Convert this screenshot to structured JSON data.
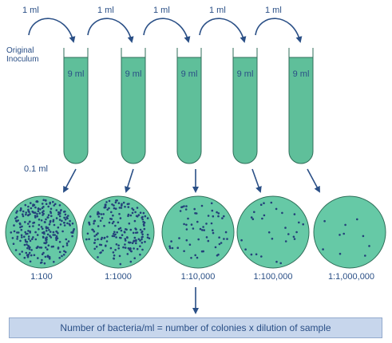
{
  "transfer_labels": [
    "1 ml",
    "1 ml",
    "1 ml",
    "1 ml",
    "1 ml"
  ],
  "source_label": "Original Inoculum",
  "plating_volume": "0.1 ml",
  "tubes": [
    {
      "volume": "9 ml"
    },
    {
      "volume": "9 ml"
    },
    {
      "volume": "9 ml"
    },
    {
      "volume": "9 ml"
    },
    {
      "volume": "9 ml"
    }
  ],
  "plates": [
    {
      "dilution": "1:100",
      "colony_count": 260
    },
    {
      "dilution": "1:1000",
      "colony_count": 190
    },
    {
      "dilution": "1:10,000",
      "colony_count": 60
    },
    {
      "dilution": "1:100,000",
      "colony_count": 28
    },
    {
      "dilution": "1:1,000,000",
      "colony_count": 10
    }
  ],
  "formula": "Number of bacteria/ml = number of colonies x dilution of sample",
  "colors": {
    "tube_fill": "#5fbf9a",
    "plate_fill": "#66c9a6",
    "colony": "#23407a",
    "arrow": "#2a4f86",
    "box_fill": "#c7d6ec"
  }
}
